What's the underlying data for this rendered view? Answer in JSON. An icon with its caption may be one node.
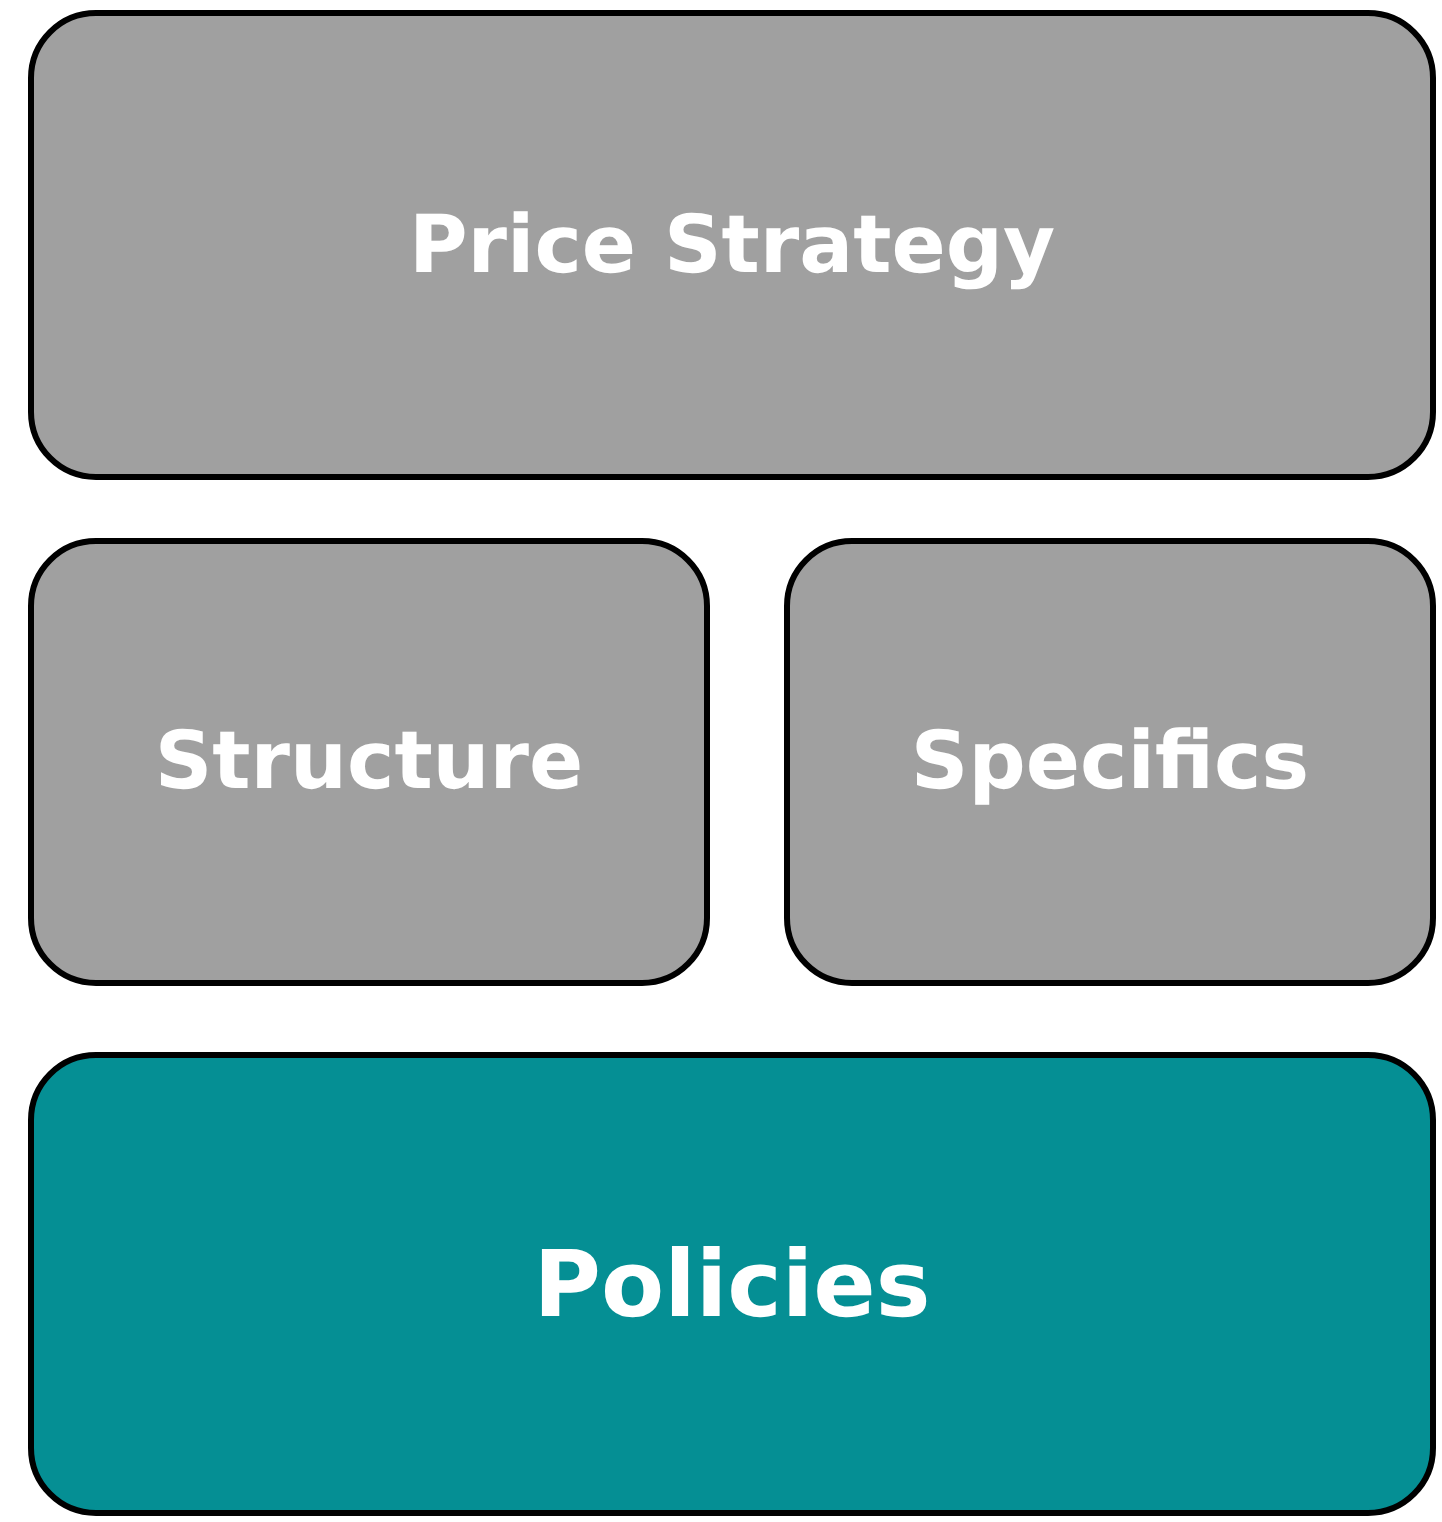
{
  "diagram": {
    "nodes": [
      {
        "text": [
          "Price Strategy"
        ]
      },
      {
        "text": [
          "Structure"
        ]
      },
      {
        "text": [
          "Specifics"
        ]
      },
      {
        "text": [
          "Policies"
        ]
      }
    ]
  }
}
